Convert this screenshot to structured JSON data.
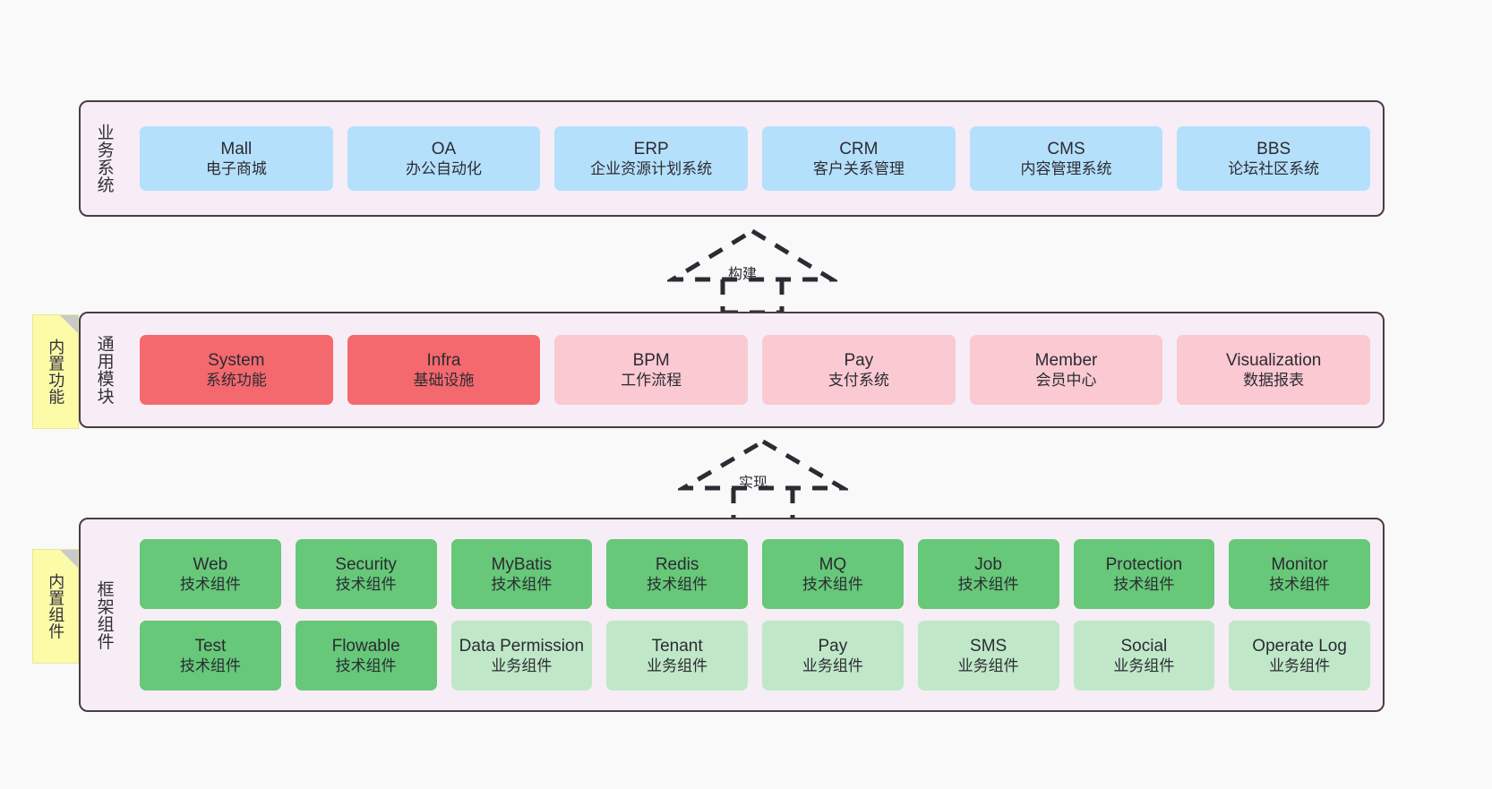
{
  "diagram": {
    "layers": [
      {
        "id": "business-systems",
        "title": "业务系统",
        "badge": null,
        "rows": [
          {
            "style": "blue",
            "cells": [
              {
                "en": "Mall",
                "cn": "电子商城"
              },
              {
                "en": "OA",
                "cn": "办公自动化"
              },
              {
                "en": "ERP",
                "cn": "企业资源计划系统"
              },
              {
                "en": "CRM",
                "cn": "客户关系管理"
              },
              {
                "en": "CMS",
                "cn": "内容管理系统"
              },
              {
                "en": "BBS",
                "cn": "论坛社区系统"
              }
            ]
          }
        ]
      },
      {
        "id": "common-modules",
        "title": "通用模块",
        "badge": "内置功能",
        "rows": [
          {
            "style": "mixed",
            "cells": [
              {
                "en": "System",
                "cn": "系统功能",
                "style": "red"
              },
              {
                "en": "Infra",
                "cn": "基础设施",
                "style": "red"
              },
              {
                "en": "BPM",
                "cn": "工作流程",
                "style": "pink"
              },
              {
                "en": "Pay",
                "cn": "支付系统",
                "style": "pink"
              },
              {
                "en": "Member",
                "cn": "会员中心",
                "style": "pink"
              },
              {
                "en": "Visualization",
                "cn": "数据报表",
                "style": "pink"
              }
            ]
          }
        ]
      },
      {
        "id": "framework-components",
        "title": "框架组件",
        "badge": "内置组件",
        "rows": [
          {
            "style": "green",
            "cells": [
              {
                "en": "Web",
                "cn": "技术组件",
                "style": "green"
              },
              {
                "en": "Security",
                "cn": "技术组件",
                "style": "green"
              },
              {
                "en": "MyBatis",
                "cn": "技术组件",
                "style": "green"
              },
              {
                "en": "Redis",
                "cn": "技术组件",
                "style": "green"
              },
              {
                "en": "MQ",
                "cn": "技术组件",
                "style": "green"
              },
              {
                "en": "Job",
                "cn": "技术组件",
                "style": "green"
              },
              {
                "en": "Protection",
                "cn": "技术组件",
                "style": "green"
              },
              {
                "en": "Monitor",
                "cn": "技术组件",
                "style": "green"
              }
            ]
          },
          {
            "style": "green-light",
            "cells": [
              {
                "en": "Test",
                "cn": "技术组件",
                "style": "green"
              },
              {
                "en": "Flowable",
                "cn": "技术组件",
                "style": "green"
              },
              {
                "en": "Data Permission",
                "cn": "业务组件",
                "style": "green-light"
              },
              {
                "en": "Tenant",
                "cn": "业务组件",
                "style": "green-light"
              },
              {
                "en": "Pay",
                "cn": "业务组件",
                "style": "green-light"
              },
              {
                "en": "SMS",
                "cn": "业务组件",
                "style": "green-light"
              },
              {
                "en": "Social",
                "cn": "业务组件",
                "style": "green-light"
              },
              {
                "en": "Operate Log",
                "cn": "业务组件",
                "style": "green-light"
              }
            ]
          }
        ]
      }
    ],
    "connectors": [
      {
        "id": "build",
        "label": "构建"
      },
      {
        "id": "implement",
        "label": "实现"
      }
    ],
    "colors": {
      "container_bg": "#F7EDF6",
      "container_border": "#4A3B44",
      "blue": "#B5E0FB",
      "red": "#F4696E",
      "pink": "#FBC9D1",
      "green": "#66C878",
      "green_light": "#C0E8C8",
      "note_bg": "#FBFBA8",
      "page_bg": "#F9F9F9",
      "connector": "#2B2B33"
    }
  }
}
